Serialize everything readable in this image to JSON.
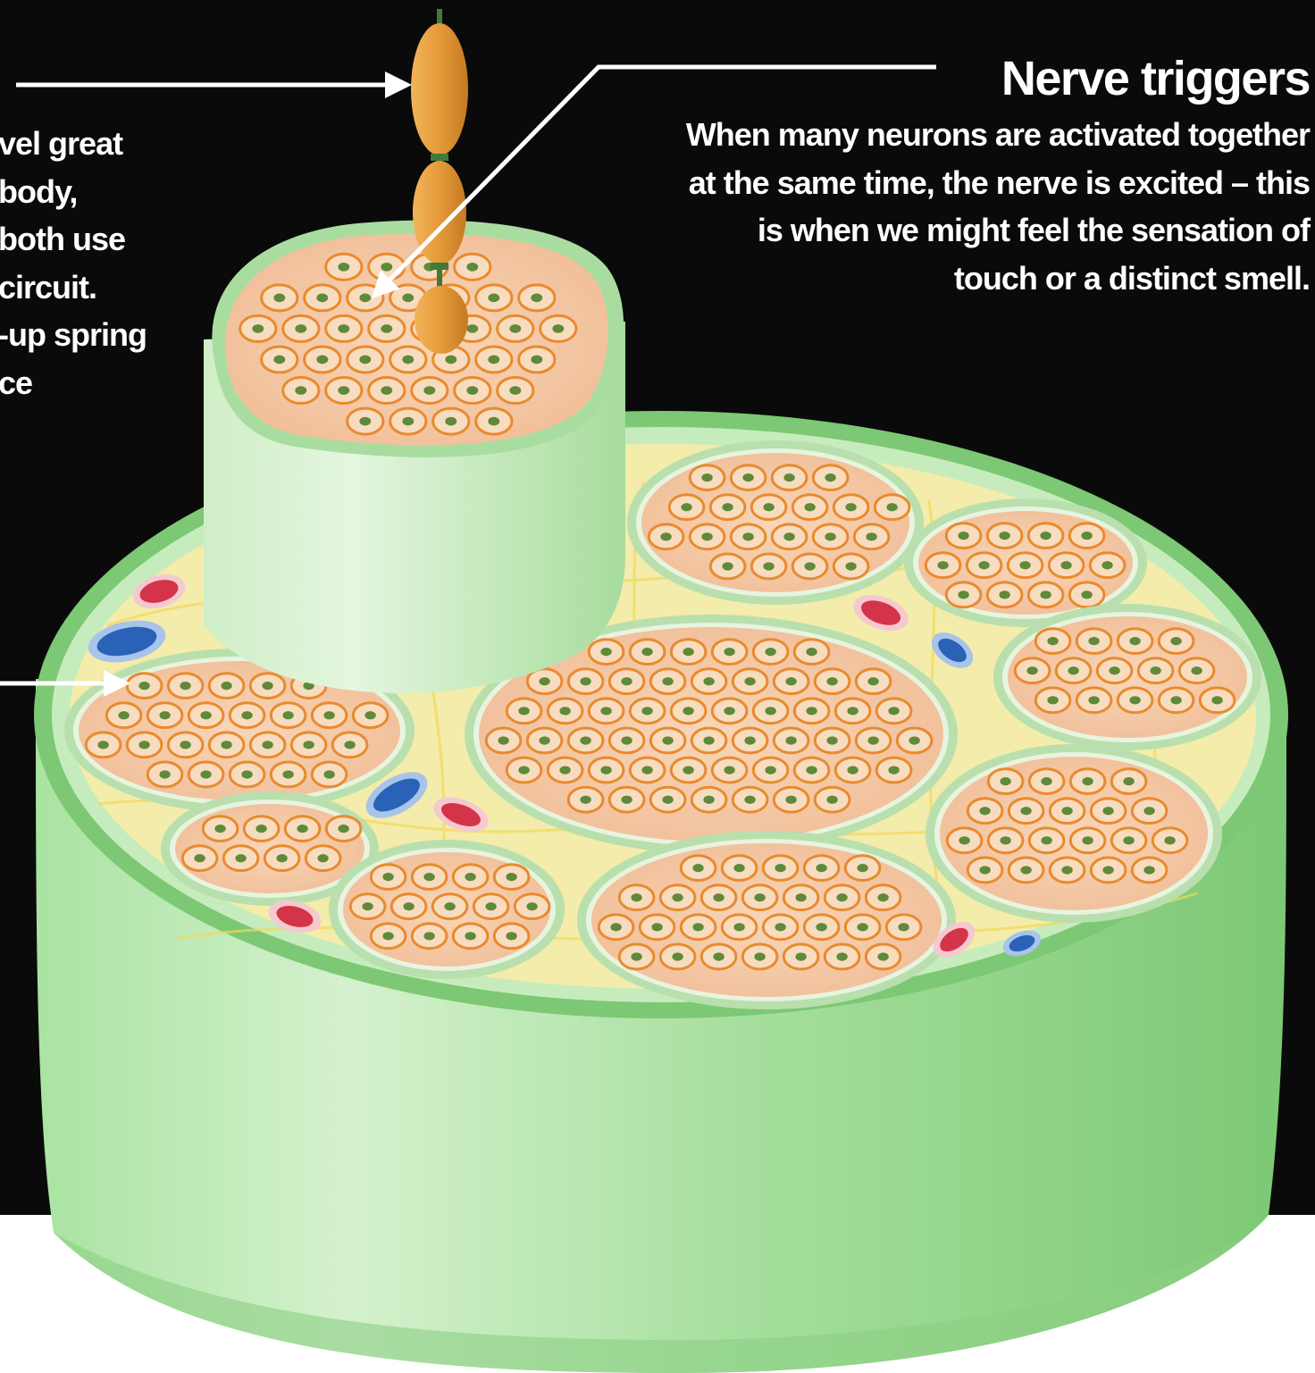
{
  "callout_right": {
    "heading": "Nerve triggers",
    "lines": [
      "When many neurons are activated together",
      "at the same time, the nerve is excited – this",
      "is when we might feel the sensation of",
      "touch or a distinct smell."
    ]
  },
  "callout_left_partial": {
    "lines": [
      "vel great",
      "body,",
      "both use",
      "circuit.",
      "-up spring",
      "ce"
    ]
  },
  "colors": {
    "background_dark": "#0a0a0a",
    "background_light": "#ffffff",
    "text": "#ffffff",
    "arrow": "#ffffff",
    "sheath_green": "#8fd48c",
    "sheath_rim": "#6fc36a",
    "connective_yellow": "#f3ecaa",
    "fascicle_fill": "#f6c9a6",
    "fascicle_rim": "#b9dfae",
    "axon_orange": "#e98a2e",
    "axon_core": "#5e8a3a",
    "artery_red": "#d3344a",
    "vein_blue": "#2a62b8",
    "myelin_orange": "#d99a3c"
  }
}
